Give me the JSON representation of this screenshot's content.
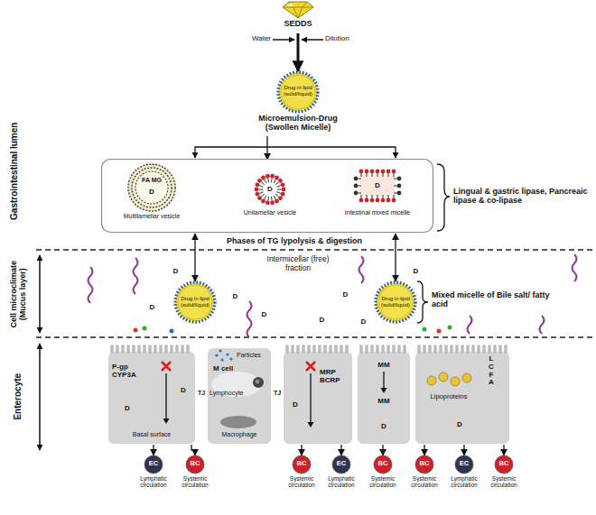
{
  "diagram": {
    "nodes": [
      {
        "text": [
          "SEDDS"
        ]
      },
      {
        "text": [
          "Drug in lipid (solid/liquid)",
          "Microemulsion-Drug (Swollen Micelle)"
        ]
      },
      {
        "text": []
      },
      {
        "text": [
          "FA MG",
          "D",
          "Multilamellar vesicle"
        ],
        "in": 2
      },
      {
        "text": [
          "D",
          "Unilamellar vesicle"
        ],
        "in": 2
      },
      {
        "text": [
          "D",
          "Intestinal mixed micelle"
        ],
        "in": 2
      },
      {
        "text": [
          "Drug in lipid (solid/liquid)"
        ]
      },
      {
        "text": [
          "Drug in lipid (solid/liquid)"
        ]
      },
      {
        "text": [
          "P-gp CYP3A",
          "D",
          "D",
          "Basal surface"
        ]
      },
      {
        "text": [
          "M cell",
          "Lymphocyte",
          "Macrophage"
        ]
      },
      {
        "text": [
          "MRP BCRP",
          "D"
        ]
      },
      {
        "text": [
          "MM",
          "MM",
          "D"
        ]
      },
      {
        "text": [
          "Lipoproteins",
          "D"
        ]
      },
      {
        "text": [
          "EC",
          "Lymphatic circulation"
        ]
      },
      {
        "text": [
          "BC",
          "Systemic circulation"
        ]
      },
      {
        "text": [
          "BC",
          "Systemic circulation"
        ]
      },
      {
        "text": [
          "EC",
          "Lymphatic circulation"
        ]
      },
      {
        "text": [
          "BC",
          "Systemic circulation"
        ]
      },
      {
        "text": [
          "BC",
          "Systemic circulation"
        ]
      },
      {
        "text": [
          "EC",
          "Lymphatic circulation"
        ]
      },
      {
        "text": [
          "BC",
          "Systemic circulation"
        ]
      }
    ],
    "edges": [
      {
        "from": 0,
        "to": 1,
        "arrow": "to"
      },
      {
        "from": 1,
        "to": 2,
        "arrow": "to"
      },
      {
        "from": 3,
        "to": 4,
        "arrow": "both"
      },
      {
        "from": 4,
        "to": 5,
        "arrow": "both"
      },
      {
        "from": 2,
        "to": 6,
        "arrow": "both"
      },
      {
        "from": 2,
        "to": 7,
        "arrow": "both"
      },
      {
        "from": 8,
        "to": 13,
        "arrow": "to"
      },
      {
        "from": 8,
        "to": 14,
        "arrow": "to"
      },
      {
        "from": 10,
        "to": 15,
        "arrow": "to"
      },
      {
        "from": 10,
        "to": 16,
        "arrow": "to"
      },
      {
        "from": 11,
        "to": 17,
        "arrow": "to"
      },
      {
        "from": 12,
        "to": 18,
        "arrow": "to"
      },
      {
        "from": 12,
        "to": 19,
        "arrow": "to"
      },
      {
        "from": 12,
        "to": 20,
        "arrow": "to"
      }
    ],
    "labels": [
      "Water",
      "Dilution",
      "Gastrointestinal lumen",
      "Lingual & gastric lipase, Pancreaic lipase & co-lipase",
      "Phases of TG lypolysis & digestion",
      "Cell microclimate (Mucus layer)",
      "Intermicellar (free) fraction",
      "Mixed micelle of Bile salt/ fatty acid",
      "Enterocyte",
      "Particles",
      "TJ",
      "TJ",
      "LCFA",
      "D",
      "D",
      "D",
      "D",
      "D",
      "D",
      "D",
      "D"
    ]
  }
}
